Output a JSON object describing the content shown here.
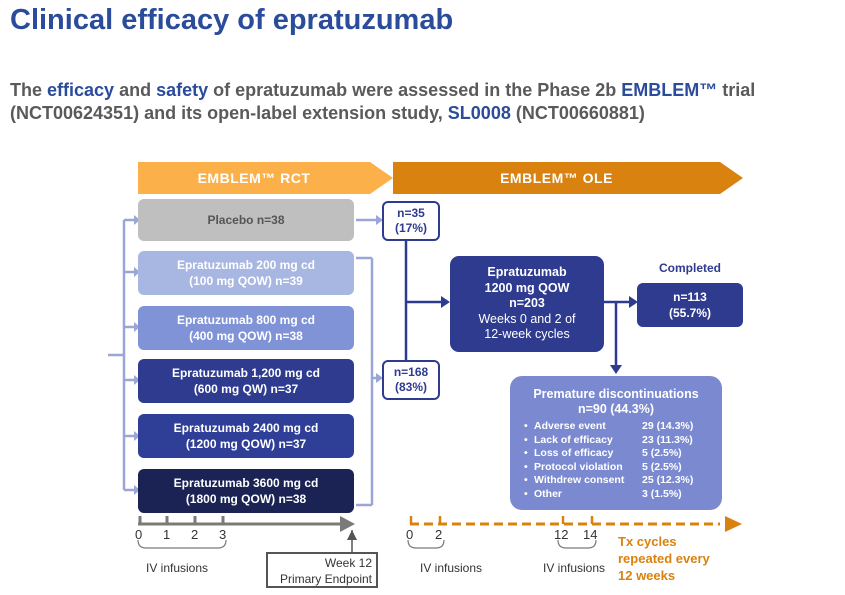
{
  "title": "Clinical efficacy of epratuzumab",
  "subtitle": {
    "parts": [
      {
        "text": "The ",
        "hl": false
      },
      {
        "text": "efficacy",
        "hl": true
      },
      {
        "text": " and ",
        "hl": false
      },
      {
        "text": "safety",
        "hl": true
      },
      {
        "text": " of epratuzumab were assessed in the Phase 2b ",
        "hl": false
      },
      {
        "text": "EMBLEM™",
        "hl": true
      },
      {
        "text": " trial (NCT00624351) and its open-label extension study, ",
        "hl": false
      },
      {
        "text": "SL0008",
        "hl": true
      },
      {
        "text": " (NCT00660881)",
        "hl": false
      }
    ]
  },
  "phases": {
    "rct": "EMBLEM™ RCT",
    "ole": "EMBLEM™ OLE"
  },
  "arms": [
    {
      "line1": "Placebo n=38",
      "line2": ""
    },
    {
      "line1": "Epratuzumab 200 mg cd",
      "line2": "(100 mg QOW) n=39"
    },
    {
      "line1": "Epratuzumab 800 mg cd",
      "line2": "(400 mg QOW) n=38"
    },
    {
      "line1": "Epratuzumab 1,200 mg cd",
      "line2": "(600 mg QW) n=37"
    },
    {
      "line1": "Epratuzumab 2400 mg cd",
      "line2": "(1200 mg QOW) n=37"
    },
    {
      "line1": "Epratuzumab 3600 mg cd",
      "line2": "(1800 mg QOW) n=38"
    }
  ],
  "group_placebo": {
    "n": "n=35",
    "pct": "(17%)"
  },
  "group_active": {
    "n": "n=168",
    "pct": "(83%)"
  },
  "ole_box": {
    "line1": "Epratuzumab",
    "line2": "1200 mg QOW",
    "line3": "n=203",
    "line4": "Weeks 0 and 2 of",
    "line5": "12-week cycles"
  },
  "completed": {
    "label": "Completed",
    "n": "n=113",
    "pct": "(55.7%)"
  },
  "discontinuations": {
    "title": "Premature discontinuations",
    "n": "n=90 (44.3%)",
    "rows": [
      {
        "reason": "Adverse event",
        "value": "29 (14.3%)"
      },
      {
        "reason": "Lack of efficacy",
        "value": "23 (11.3%)"
      },
      {
        "reason": "Loss of efficacy",
        "value": "5 (2.5%)"
      },
      {
        "reason": "Protocol violation",
        "value": "5 (2.5%)"
      },
      {
        "reason": "Withdrew consent",
        "value": "25 (12.3%)"
      },
      {
        "reason": "Other",
        "value": "3 (1.5%)"
      }
    ]
  },
  "rct_timeline": {
    "ticks": [
      "0",
      "1",
      "2",
      "3"
    ],
    "label": "IV infusions",
    "endpoint_line1": "Week 12",
    "endpoint_line2": "Primary Endpoint"
  },
  "ole_timeline": {
    "ticks_a": [
      "0",
      "2"
    ],
    "label_a": "IV infusions",
    "ticks_b": [
      "12",
      "14"
    ],
    "label_b": "IV infusions",
    "note_line1": "Tx cycles",
    "note_line2": "repeated every",
    "note_line3": "12 weeks"
  },
  "colors": {
    "title_blue": "#2b4b9b",
    "orange_light": "#fbb04a",
    "orange_dark": "#d9820f",
    "navy": "#2e3b8f",
    "placebo_grey": "#bfbfbf",
    "arm_200": "#a8b6e2",
    "arm_800": "#7f93d6",
    "arm_1200": "#2e3b8f",
    "arm_2400": "#2f3f97",
    "arm_3600": "#1b2354",
    "disc_fill": "#7b8ad0"
  }
}
